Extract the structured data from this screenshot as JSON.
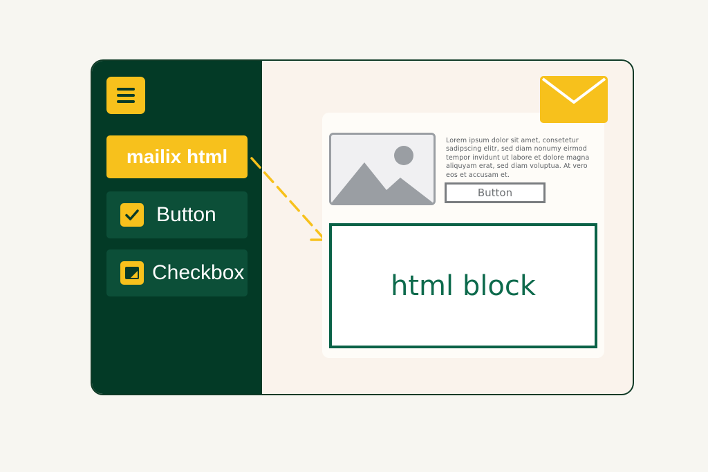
{
  "sidebar": {
    "menu_icon": "hamburger-menu-icon",
    "items": [
      {
        "label": "mailix html"
      },
      {
        "label": "Button",
        "icon": "checkbox-checked-icon"
      },
      {
        "label": "Checkbox",
        "icon": "checkbox-square-icon"
      }
    ]
  },
  "content": {
    "image_icon": "image-placeholder-icon",
    "lorem": "Lorem ipsum dolor sit amet, consetetur sadipscing elitr, sed diam nonumy eirmod tempor invidunt ut labore et dolore magna aliquyam erat, sed diam voluptua. At vero eos et accusam et.",
    "button_label": "Button",
    "html_block_label": "html block"
  },
  "header": {
    "mail_icon": "envelope-icon"
  },
  "colors": {
    "sidebar_bg": "#033a26",
    "accent_yellow": "#f7c11c",
    "item_bg": "#0c4f38",
    "block_green": "#0a6247"
  }
}
